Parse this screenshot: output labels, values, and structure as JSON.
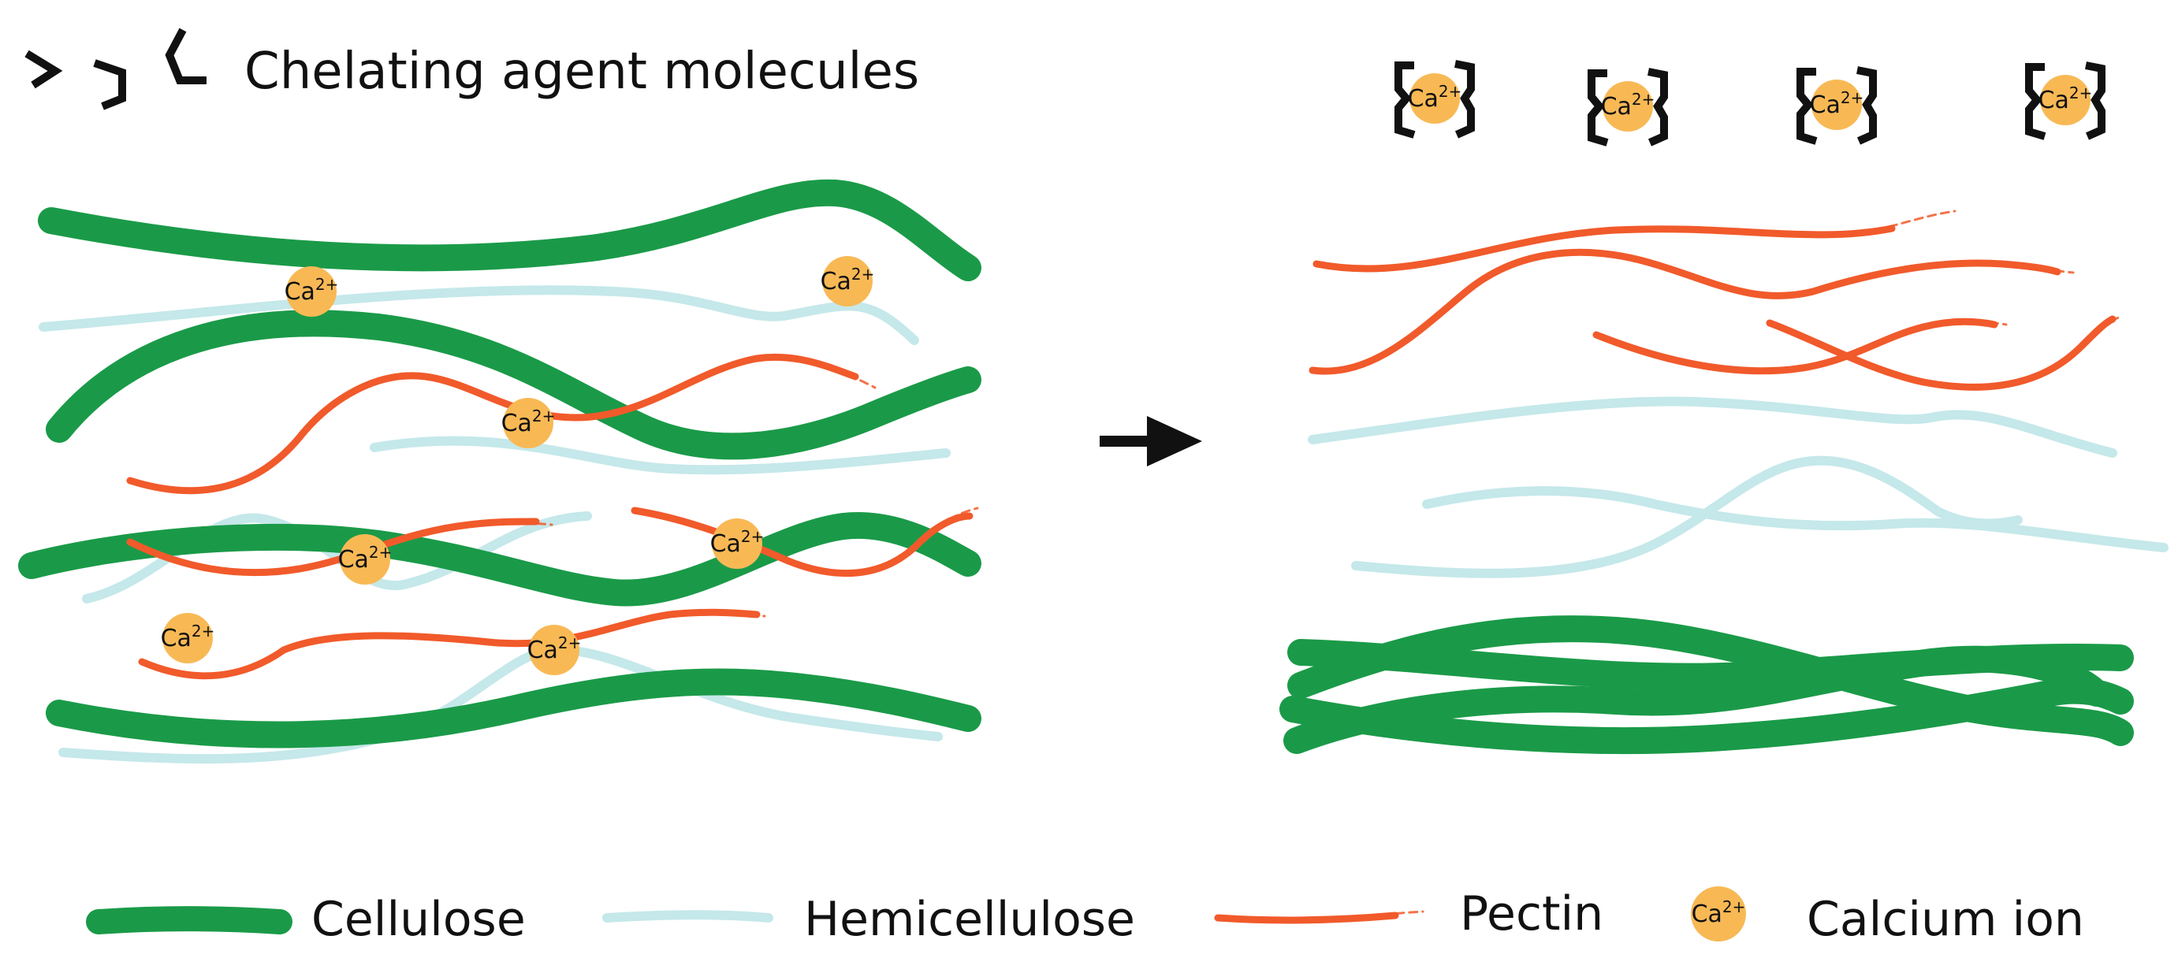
{
  "header": {
    "chelating_label": "Chelating agent molecules"
  },
  "ion": {
    "base": "Ca",
    "superscript": "2+"
  },
  "legend": {
    "cellulose": "Cellulose",
    "hemicellulose": "Hemicellulose",
    "pectin": "Pectin",
    "calcium_ion": "Calcium ion"
  },
  "colors": {
    "cellulose": "#1a9a48",
    "hemicellulose": "#c5e8ea",
    "pectin": "#f15a2b",
    "calcium_ion": "#f8b955",
    "ink": "#111111"
  },
  "icons": {
    "process_arrow": "right-arrow-icon",
    "chelator": "bracket-icon"
  }
}
